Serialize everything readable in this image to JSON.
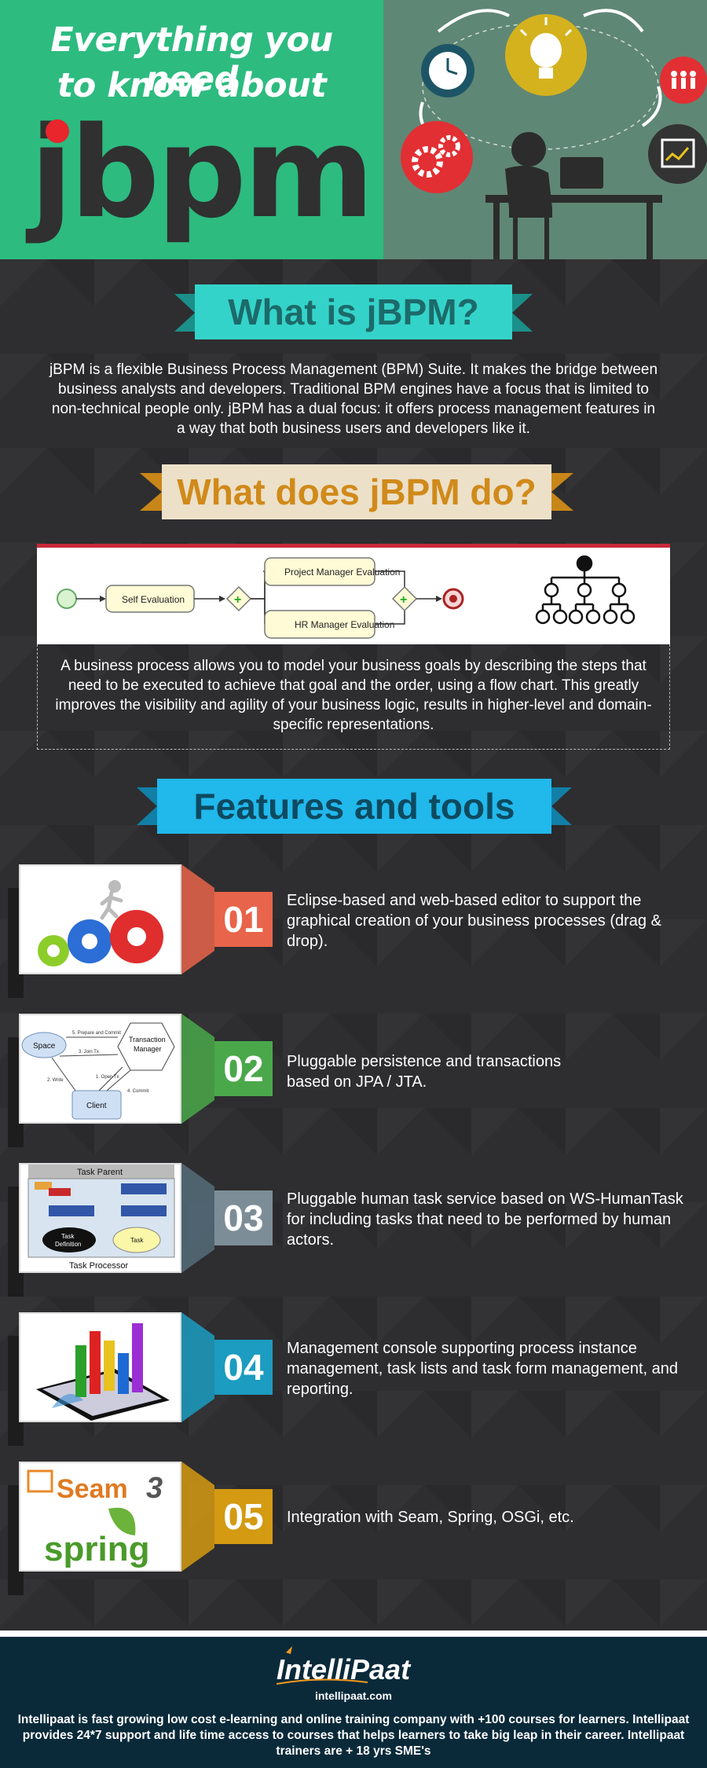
{
  "header": {
    "title_line1": "Everything you need",
    "title_line2": "to know about",
    "brand": "jbpm"
  },
  "what_is": {
    "title": "What is jBPM?",
    "body": "jBPM is a flexible Business Process Management (BPM) Suite. It makes the bridge between business analysts and developers. Traditional BPM engines have a focus that is limited to non-technical people only. jBPM has a dual focus: it offers process management features in a way that both business users and developers like it."
  },
  "what_do": {
    "title": "What does jBPM do?",
    "flow": {
      "self_eval": "Self Evaluation",
      "pm_eval": "Project Manager Evaluation",
      "hr_eval": "HR Manager Evaluation"
    },
    "body": "A business process allows you to model your business goals by describing the steps that need to be executed to achieve that goal and the order, using a flow chart. This greatly improves the visibility and agility of your business logic, results in higher-level and domain-specific representations."
  },
  "features": {
    "title": "Features and tools",
    "items": [
      {
        "num": "01",
        "color": "#e8644a",
        "text": "Eclipse-based and web-based editor to support the graphical creation of your business processes (drag & drop)."
      },
      {
        "num": "02",
        "color": "#4aa84a",
        "text": "Pluggable persistence and transactions based on JPA / JTA."
      },
      {
        "num": "03",
        "color": "#556c7a",
        "text": "Pluggable human task service based on WS-HumanTask for including tasks that need to be performed by human actors."
      },
      {
        "num": "04",
        "color": "#1b9cc0",
        "text": "Management console supporting process instance management, task lists and task form management, and reporting."
      },
      {
        "num": "05",
        "color": "#d39a12",
        "text": "Integration with Seam, Spring, OSGi, etc."
      }
    ],
    "img2": {
      "space": "Space",
      "tm1": "Transaction",
      "tm2": "Manager",
      "client": "Client",
      "l1": "5. Prepare and Commit",
      "l2": "3. Join Tx",
      "l3": "1. Open Tx",
      "l4": "2. Write",
      "l5": "4. Commit"
    },
    "img3": {
      "parent": "Task Parent",
      "processor": "Task Processor",
      "task_def1": "Task",
      "task_def2": "Definition",
      "task": "Task"
    },
    "img5": {
      "seam": "Seam",
      "seam_num": "3",
      "spring": "spring"
    }
  },
  "footer": {
    "logo": "IntelliPaat",
    "url": "intellipaat.com",
    "text": "Intellipaat is fast growing low cost e-learning and online training company with +100 courses for learners. Intellipaat provides 24*7 support and life time access to courses that helps learners to take big leap in their career. Intellipaat trainers are + 18 yrs SME's"
  }
}
